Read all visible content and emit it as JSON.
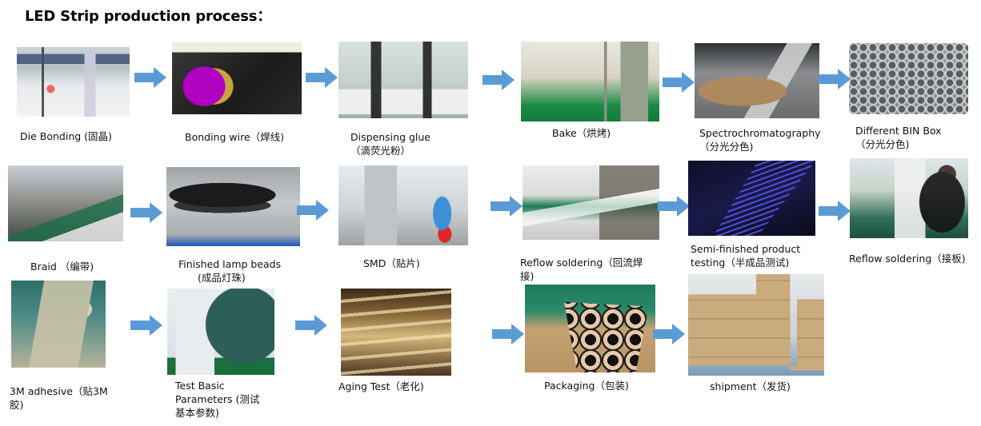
{
  "title": "LED Strip production process：",
  "arrow_color": "#5b9bd5",
  "steps": [
    {
      "id": "die-bonding",
      "caption": [
        "Die Bonding (固晶)"
      ]
    },
    {
      "id": "bonding-wire",
      "caption": [
        "Bonding wire（焊线)"
      ]
    },
    {
      "id": "dispensing-glue",
      "caption": [
        "Dispensing glue",
        " （滴荧光粉）"
      ]
    },
    {
      "id": "bake",
      "caption": [
        "Bake（烘烤)"
      ]
    },
    {
      "id": "spectrochromatography",
      "caption": [
        "Spectrochromatography",
        " （分光分色)"
      ]
    },
    {
      "id": "different-bin-box",
      "caption": [
        "Different BIN Box",
        " （分光分色)"
      ]
    },
    {
      "id": "braid",
      "caption": [
        "Braid  （编带)"
      ]
    },
    {
      "id": "finished-lamp-beads",
      "caption": [
        "Finished lamp beads",
        "(成品灯珠)"
      ]
    },
    {
      "id": "smd",
      "caption": [
        "SMD（贴片)"
      ]
    },
    {
      "id": "reflow-soldering",
      "caption": [
        "Reflow soldering（回流焊",
        "接)"
      ]
    },
    {
      "id": "semi-finished-product-testing",
      "caption": [
        "Semi-finished product",
        "testing（半成品测试)"
      ]
    },
    {
      "id": "reflow-soldering-board",
      "caption": [
        "Reflow soldering（接板)"
      ]
    },
    {
      "id": "3m-adhesive",
      "caption": [
        "3M adhesive（贴3M",
        "胶)"
      ]
    },
    {
      "id": "test-basic-parameters",
      "caption": [
        "Test Basic",
        "Parameters (测试",
        "基本参数)"
      ]
    },
    {
      "id": "aging-test",
      "caption": [
        "Aging Test（老化)"
      ]
    },
    {
      "id": "packaging",
      "caption": [
        "Packaging（包装)"
      ]
    },
    {
      "id": "shipment",
      "caption": [
        "shipment（发货)"
      ]
    }
  ]
}
